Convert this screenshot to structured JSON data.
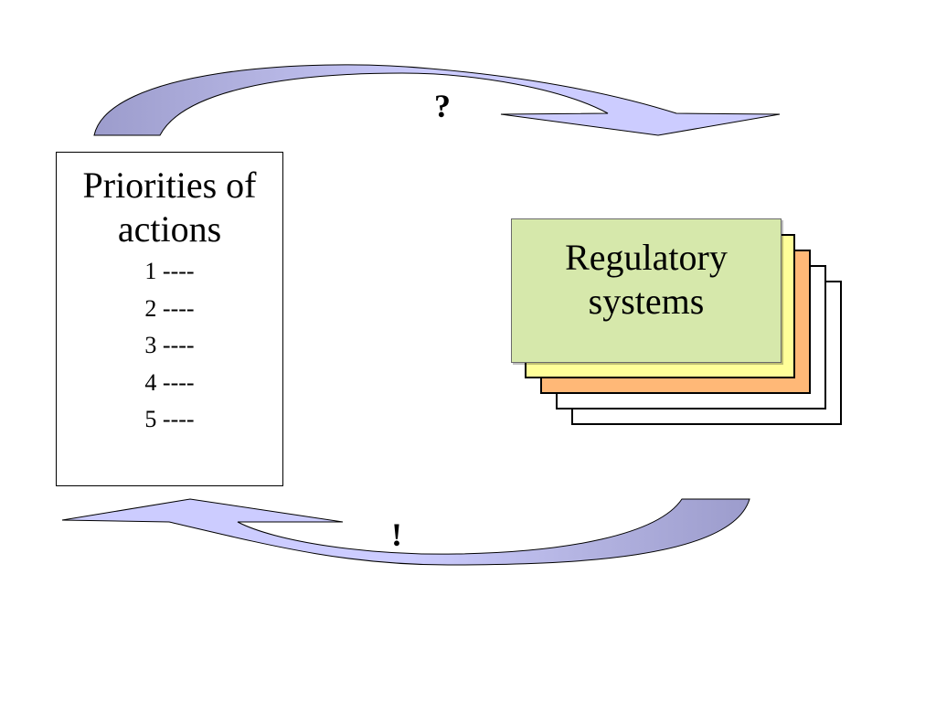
{
  "diagram": {
    "priorities": {
      "title": "Priorities of actions",
      "items": [
        "1 ----",
        "2 ----",
        "3 ----",
        "4 ----",
        "5 ----"
      ]
    },
    "regulatory": {
      "label": "Regulatory systems"
    },
    "top_arrow_label": "?",
    "bottom_arrow_label": "!"
  },
  "colors": {
    "arrow_light": "#ccccff",
    "arrow_dark": "#9999cc",
    "card_front": "#d6e8ab",
    "card_yellow": "#ffff99",
    "card_orange": "#ffb877",
    "card_white": "#ffffff"
  }
}
